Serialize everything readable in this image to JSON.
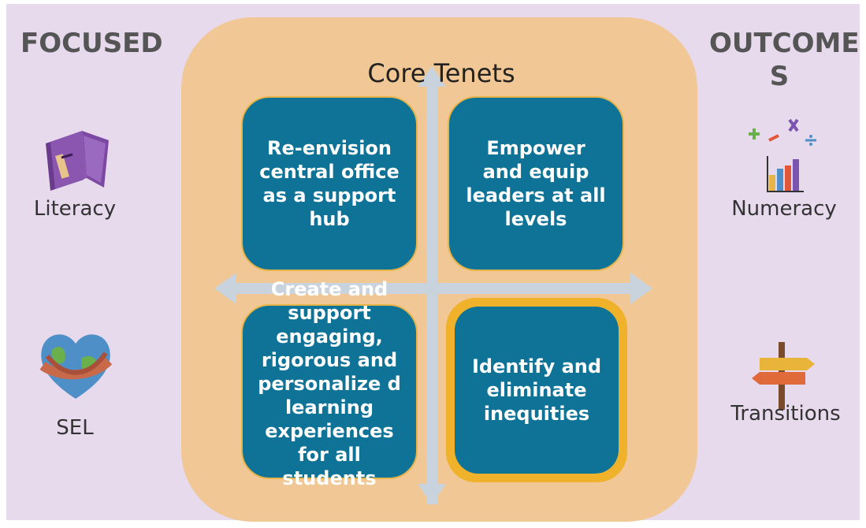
{
  "left_heading": "FOCUSED",
  "right_heading": "OUTCOME\nS",
  "core_title": "Core Tenets",
  "tenets": [
    "Re-envision central office as a support hub",
    "Empower and equip leaders at all levels",
    "Create and support engaging, rigorous and personalize d learning experiences for all students",
    "Identify and eliminate inequities"
  ],
  "outcomes": {
    "literacy": "Literacy",
    "sel": "SEL",
    "numeracy": "Numeracy",
    "transitions": "Transitions"
  },
  "colors": {
    "background": "#e7daed",
    "core_panel": "#f0c795",
    "tenet_box": "#0f7397",
    "tenet_border": "#e7b44a",
    "highlight": "#efb22a",
    "arrows": "#c9d3dd",
    "heading_text": "#555555"
  },
  "icons": [
    "book-icon",
    "earth-heart-icon",
    "math-chart-icon",
    "signpost-icon"
  ]
}
